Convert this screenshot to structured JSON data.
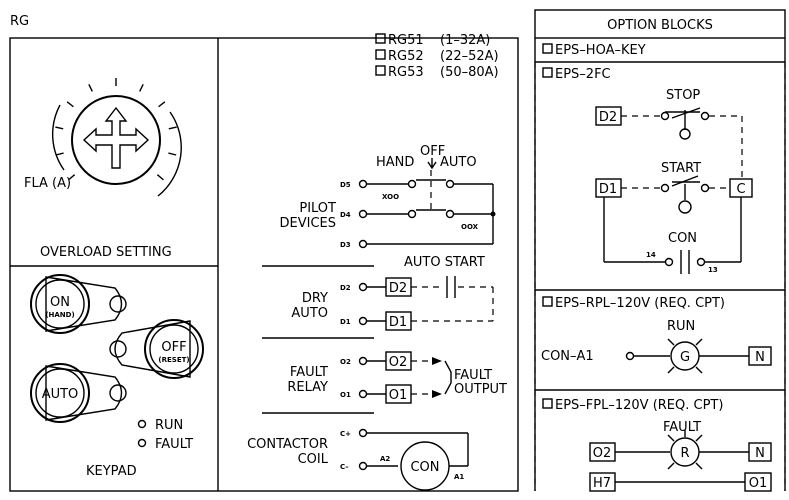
{
  "header": {
    "model": "RG"
  },
  "ratings": [
    {
      "model": "RG51",
      "range": "(1–32A)"
    },
    {
      "model": "RG52",
      "range": "(22–52A)"
    },
    {
      "model": "RG53",
      "range": "(50–80A)"
    }
  ],
  "overload": {
    "dial_label": "FLA (A)",
    "title": "OVERLOAD SETTING"
  },
  "keypad": {
    "title": "KEYPAD",
    "on": "ON",
    "on_sub": "(HAND)",
    "off": "OFF",
    "off_sub": "(RESET)",
    "auto": "AUTO",
    "run": "RUN",
    "fault": "FAULT"
  },
  "terminals": {
    "pilot": "PILOT\nDEVICES",
    "pilot_l1": "PILOT",
    "pilot_l2": "DEVICES",
    "dry_l1": "DRY",
    "dry_l2": "AUTO",
    "fault_l1": "FAULT",
    "fault_l2": "RELAY",
    "contactor_l1": "CONTACTOR",
    "contactor_l2": "COIL",
    "d5": "D5",
    "d4": "D4",
    "d3": "D3",
    "d2": "D2",
    "d1": "D1",
    "o2": "O2",
    "o1": "O1",
    "cplus": "C+",
    "cminus": "C–",
    "hand": "HAND",
    "off": "OFF",
    "auto": "AUTO",
    "xoo": "XOO",
    "oox": "OOX",
    "auto_start": "AUTO  START",
    "box_d2": "D2",
    "box_d1": "D1",
    "box_o2": "O2",
    "box_o1": "O1",
    "fault_output_l1": "FAULT",
    "fault_output_l2": "OUTPUT",
    "con": "CON",
    "a1": "A1",
    "a2": "A2"
  },
  "options": {
    "title": "OPTION BLOCKS",
    "hoa": "EPS–HOA–KEY",
    "twofc": "EPS–2FC",
    "stop": "STOP",
    "start": "START",
    "con": "CON",
    "d2": "D2",
    "d1": "D1",
    "c": "C",
    "n14": "14",
    "n13": "13",
    "rpl": "EPS–RPL–120V  (REQ.  CPT)",
    "run": "RUN",
    "con_a1": "CON–A1",
    "g": "G",
    "n": "N",
    "fpl": "EPS–FPL–120V  (REQ.  CPT)",
    "fault": "FAULT",
    "r": "R",
    "o2": "O2",
    "h7": "H7",
    "o1": "O1"
  }
}
